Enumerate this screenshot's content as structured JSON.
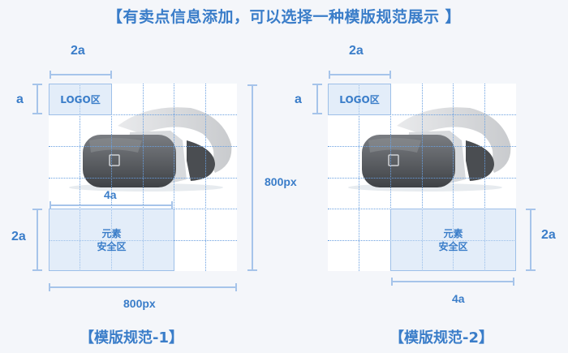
{
  "title": "【有卖点信息添加，可以选择一种模版规范展示 】",
  "template1": {
    "caption": "【模版规范-1】",
    "logo_width_label": "2a",
    "logo_height_label": "a",
    "logo_zone_label": "LOGO区",
    "safe_width_label": "4a",
    "safe_height_label": "2a",
    "safe_zone_label_line1": "元素",
    "safe_zone_label_line2": "安全区",
    "canvas_width_label": "800px",
    "canvas_height_label": "800px",
    "safe_zone_position": "bottom-left"
  },
  "template2": {
    "caption": "【模版规范-2】",
    "logo_width_label": "2a",
    "logo_height_label": "a",
    "logo_zone_label": "LOGO区",
    "safe_width_label": "4a",
    "safe_height_label": "2a",
    "safe_zone_label_line1": "元素",
    "safe_zone_label_line2": "安全区",
    "safe_zone_position": "bottom-right"
  },
  "product_image": "vr-headset",
  "colors": {
    "accent": "#3a7dc9",
    "guide": "#a6c4ea",
    "zone_fill": "#dde8f6",
    "background": "#f4f6fa"
  }
}
